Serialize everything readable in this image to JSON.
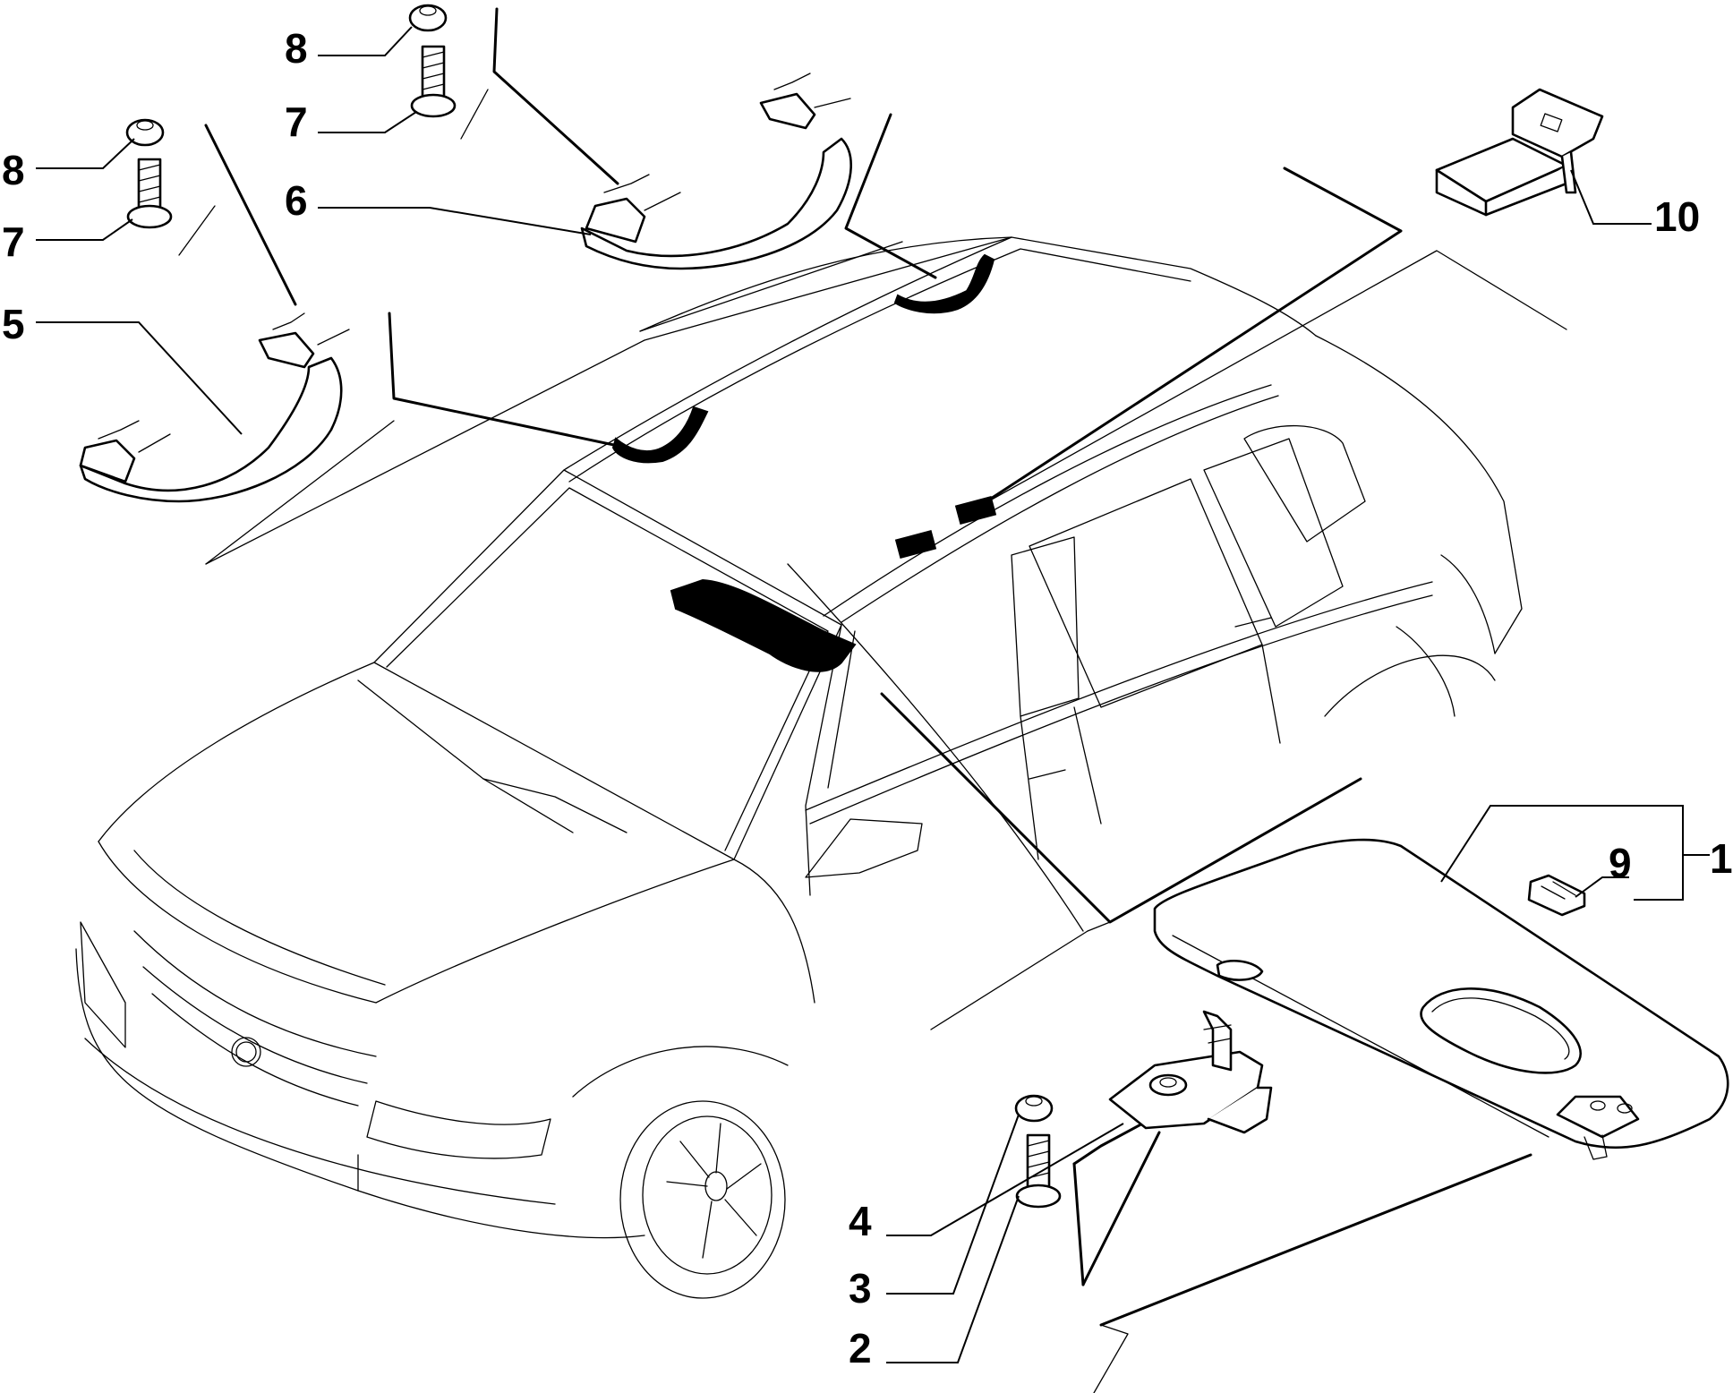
{
  "callouts": {
    "c1": "1",
    "c2": "2",
    "c3": "3",
    "c4": "4",
    "c5": "5",
    "c6": "6",
    "c7a": "7",
    "c7b": "7",
    "c8a": "8",
    "c8b": "8",
    "c9": "9",
    "c10": "10"
  }
}
